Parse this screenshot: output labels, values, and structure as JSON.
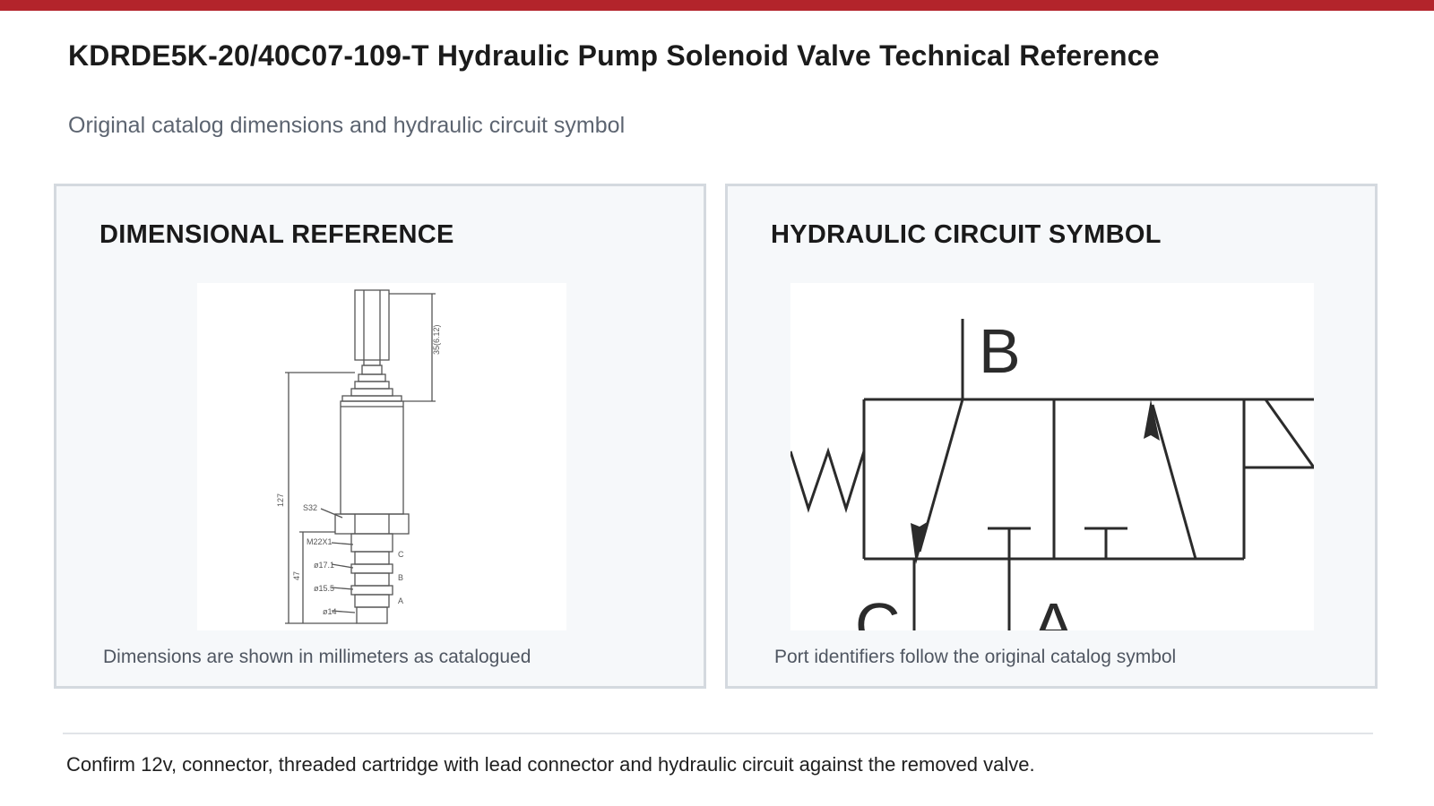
{
  "page": {
    "title": "KDRDE5K-20/40C07-109-T Hydraulic Pump Solenoid Valve Technical Reference",
    "subtitle": "Original catalog dimensions and hydraulic circuit symbol",
    "accent_color": "#b3242b"
  },
  "dimensional_panel": {
    "title": "DIMENSIONAL REFERENCE",
    "caption": "Dimensions are shown in millimeters as catalogued",
    "drawing_labels": {
      "connector_height": "35(6.12)",
      "overall_length": "127",
      "hex": "S32",
      "thread": "M22X1",
      "dia_1": "ø17.1",
      "dia_2": "ø15.5",
      "dia_3": "ø14",
      "cartridge_length": "47",
      "port_c": "C",
      "port_b": "B",
      "port_a": "A"
    }
  },
  "circuit_panel": {
    "title": "HYDRAULIC CIRCUIT SYMBOL",
    "caption": "Port identifiers follow the original catalog symbol",
    "ports": {
      "top": "B",
      "bottom_left": "C",
      "bottom_center": "A"
    }
  },
  "footer": {
    "note": "Confirm 12v, connector, threaded cartridge with lead connector and hydraulic circuit against the removed valve."
  }
}
